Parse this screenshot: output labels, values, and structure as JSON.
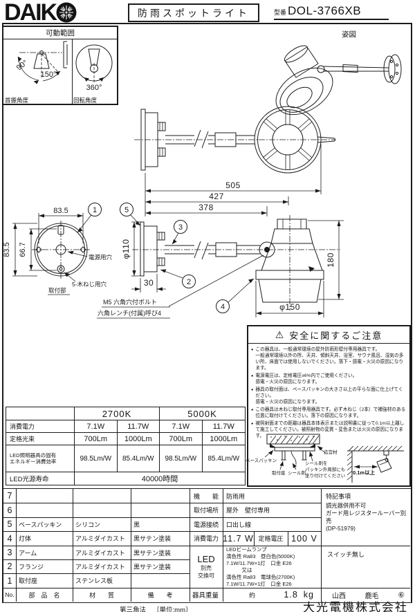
{
  "header": {
    "logo_text": "DAIK",
    "title": "防雨スポットライト",
    "model_label": "型番",
    "model_number": "DOL-3766XB"
  },
  "movable": {
    "title": "可動範囲",
    "swing_label": "首振角度",
    "swing_angle_1": "90°",
    "swing_angle_2": "150°",
    "rotation_label": "回転角度",
    "rotation_angle": "360°"
  },
  "appearance_label": "姿図",
  "drawing": {
    "d505": "505",
    "d427": "427",
    "d378": "378",
    "top835": "83.5",
    "left835": "83.5",
    "inner667": "66.7",
    "phi110": "φ110",
    "d30": "30",
    "d180": "180",
    "phi150": "φ150",
    "c1": "1",
    "c2": "2",
    "c3": "3",
    "c4": "4",
    "c5": "5",
    "power_hole": "電源用穴",
    "wood_screw": "5-木ねじ用穴",
    "mount_part": "取付部",
    "bolt_label": "M5 六角穴付ボルト",
    "wrench_label": "六角レンチ(付属)呼び4"
  },
  "safety": {
    "warning_icon": "⚠",
    "title": "安全に関するご注意",
    "notes": [
      "この器具は、一般通常環境の屋外防雨形壁付専用器具です。\n一般通常環境以外の所、天井、傾斜天井、浴室、サウナ風呂、湿気の多い所、床面では使用しないでください。落下・感電・火災の原因になります。",
      "電源電圧は、定格電圧±6%内でご使用ください。\n感電・火災の原因になります。",
      "器具の取付面は、ベースパッキンの大きさ以上の平らな面に仕上げてください。\n感電・火災の原因になります。",
      "この器具は木ねじ取付専用器具です。必ず木ねじ〔2本〕で補強材のある位置に取付けてください。落下の原因になります。",
      "被照射面までの距離は器具本体表示または説明書に従って0.1m以上離して施工してください。被照射物の変質・変色または火災の原因になります。"
    ],
    "diagram": {
      "base_packing": "ベースパッキン",
      "mount_base": "取付座",
      "sealant": "シール剤",
      "sealant_note": "シール剤を\nパッキン外周部にも\n塗り付けてください",
      "structure": "造営材",
      "distance": "0.1m以上"
    }
  },
  "spec": {
    "h2700": "2700K",
    "h5000": "5000K",
    "r1": {
      "label": "消費電力",
      "a": "7.1W",
      "b": "11.7W",
      "c": "7.1W",
      "d": "11.7W"
    },
    "r2": {
      "label": "定格光束",
      "a": "700Lm",
      "b": "1000Lm",
      "c": "700Lm",
      "d": "1000Lm"
    },
    "r3": {
      "label": "LED照明器具の固有\nエネルギー消費効率",
      "a": "98.5Lm/W",
      "b": "85.4Lm/W",
      "c": "98.5Lm/W",
      "d": "85.4Lm/W"
    },
    "r4": {
      "label": "LED光源寿命",
      "value": "40000時間"
    }
  },
  "parts": {
    "rows": [
      {
        "no": "7",
        "name": "",
        "material": "",
        "note": ""
      },
      {
        "no": "6",
        "name": "",
        "material": "",
        "note": ""
      },
      {
        "no": "5",
        "name": "ベースパッキン",
        "material": "シリコン",
        "note": "黒"
      },
      {
        "no": "4",
        "name": "灯体",
        "material": "アルミダイカスト",
        "note": "黒サテン塗装"
      },
      {
        "no": "3",
        "name": "アーム",
        "material": "アルミダイカスト",
        "note": "黒サテン塗装"
      },
      {
        "no": "2",
        "name": "フランジ",
        "material": "アルミダイカスト",
        "note": "黒サテン塗装"
      },
      {
        "no": "1",
        "name": "取付座",
        "material": "ステンレス板",
        "note": ""
      }
    ],
    "header": {
      "no": "No.",
      "name": "部　品　名",
      "material": "材　　質",
      "note": "備　　考"
    }
  },
  "info": {
    "function_label": "機　　能",
    "function": "防雨用",
    "place_label": "取付場所",
    "place": "屋外　壁付専用",
    "power_label": "電源接続",
    "power": "口出し線",
    "consumption_label": "消費電力",
    "consumption": "11.7  W",
    "voltage_label": "定格電圧",
    "voltage": "100  V",
    "led_label": "LED",
    "led_sub1": "別売",
    "led_sub2": "交換可",
    "led_lines": "LEDビームランプ\n演色性 Ra83　昼白色(5000K)\n7.1W/11.7W×1灯　口金 E26\n　　　又は\n演色性 Ra83　電球色(2700K)\n7.1W/11.7W×1灯　口金 E26",
    "weight_label": "器具重量",
    "weight_approx": "約",
    "weight_value": "1.8",
    "weight_unit": "kg",
    "special_title": "特記事項",
    "special_lines": "調光器併用不可\nガード用レジスタールーバー別売\n(DP-51979)",
    "switch_note": "スイッチ無し",
    "approver_1": "山西",
    "approver_2": "鹿毛",
    "revision": "⑥"
  },
  "footer": {
    "projection": "第三角法",
    "unit": "〔単位:mm〕",
    "company": "大光電機株式会社"
  }
}
